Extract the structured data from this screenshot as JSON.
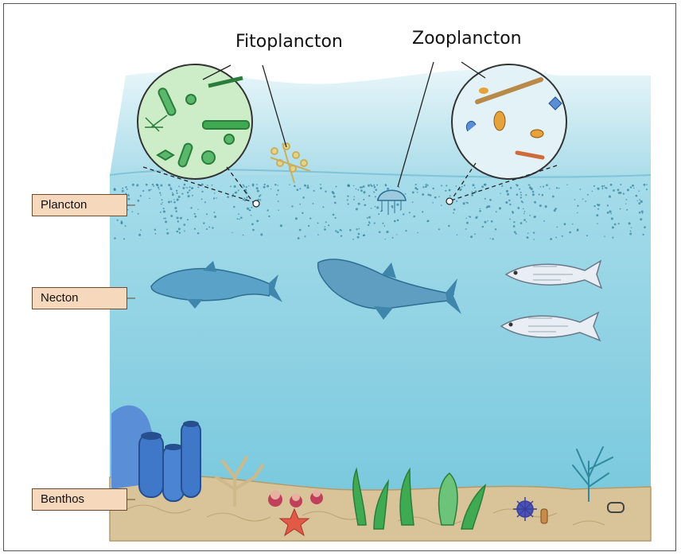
{
  "callouts": {
    "phytoplankton": "Fitoplancton",
    "zooplankton": "Zooplancton"
  },
  "zones": {
    "plankton": "Plancton",
    "nekton": "Necton",
    "benthos": "Benthos"
  },
  "colors": {
    "water": "#8fd3e3",
    "water_deep": "#6cc3da",
    "surface": "#c5e8f1",
    "label_fill": "#f6d8bd",
    "label_border": "#6b4a2f",
    "sediment": "#d9c49a",
    "coral_blue": "#3f78c8",
    "plant_green": "#3faa52",
    "phyto_bubble": "#cdecc8",
    "zoo_bubble": "#e2f2f6"
  },
  "icons": [
    "dolphin-icon",
    "shark-icon",
    "fish-icon",
    "jellyfish-icon",
    "coral-icon",
    "starfish-icon",
    "seaweed-icon",
    "algae-icon",
    "copepod-icon",
    "sea-urchin-icon"
  ]
}
